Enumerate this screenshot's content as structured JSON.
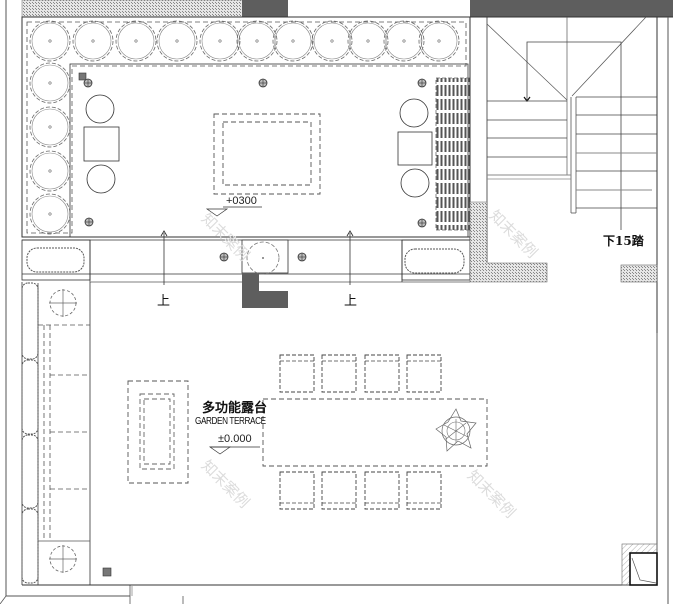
{
  "drawing": {
    "type": "architectural-floor-plan",
    "areas": {
      "upper_platform": {
        "level": "+0300"
      },
      "main_terrace": {
        "name_cn": "多功能露台",
        "name_en": "GARDEN TERRACE",
        "level": "±0.000"
      },
      "stair": {
        "label": "下15踏"
      }
    },
    "step_markers": [
      {
        "label": "上"
      },
      {
        "label": "上"
      }
    ],
    "watermarks": [
      "知末案例",
      "知末案例",
      "知末案例",
      "知末案例"
    ],
    "colors": {
      "line": "#333333",
      "dashed": "#555555",
      "wall_fill": "#5e5e5e",
      "hatch": "#9a9a9a",
      "watermark": "#dcdcdc"
    }
  }
}
